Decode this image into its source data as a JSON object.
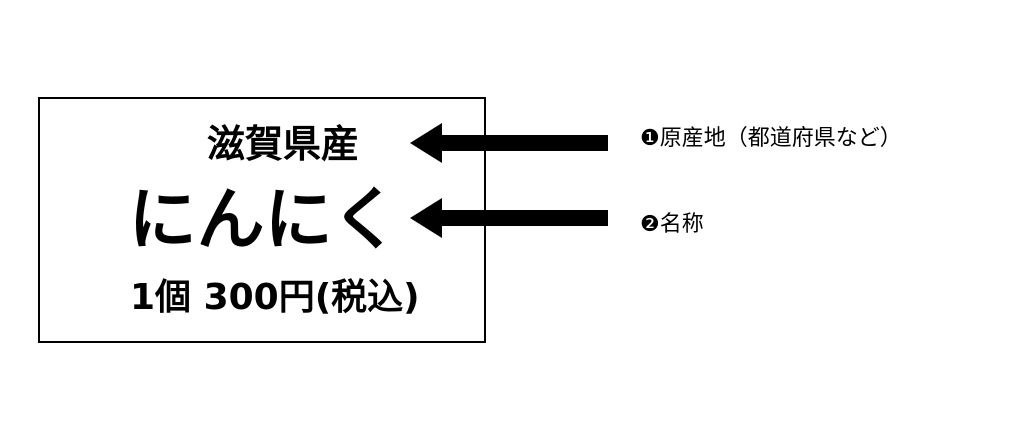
{
  "label": {
    "origin": "滋賀県産",
    "name": "にんにく",
    "price": "1個 300円(税込)"
  },
  "annotations": [
    {
      "text": "❶原産地（都道府県など）"
    },
    {
      "text": "❷名称"
    }
  ]
}
